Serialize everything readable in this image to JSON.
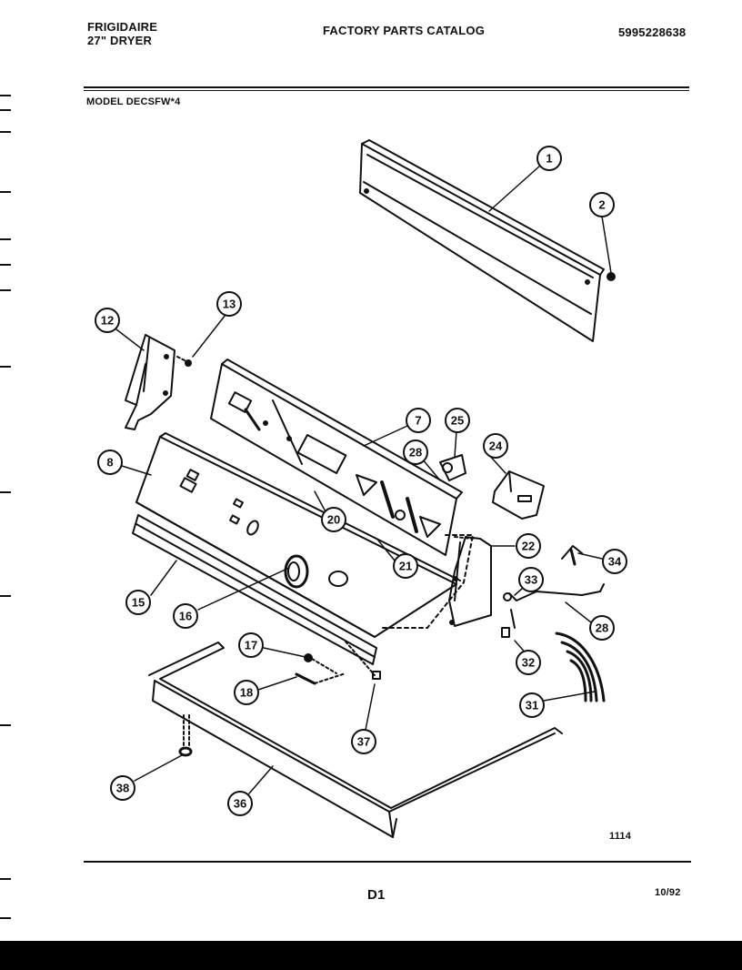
{
  "header": {
    "brand": "FRIGIDAIRE",
    "product": "27\" DRYER",
    "catalog_title": "FACTORY PARTS CATALOG",
    "doc_number": "5995228638"
  },
  "model": "MODEL  DECSFW*4",
  "diagram_number": "1114",
  "page_label": "D1",
  "date_code": "10/92",
  "callouts": {
    "c1": "1",
    "c2": "2",
    "c7": "7",
    "c8": "8",
    "c12": "12",
    "c13": "13",
    "c15": "15",
    "c16": "16",
    "c17": "17",
    "c18": "18",
    "c20": "20",
    "c21": "21",
    "c22": "22",
    "c24": "24",
    "c25": "25",
    "c28a": "28",
    "c28b": "28",
    "c31": "31",
    "c32": "32",
    "c33": "33",
    "c34": "34",
    "c36": "36",
    "c37": "37",
    "c38": "38"
  }
}
